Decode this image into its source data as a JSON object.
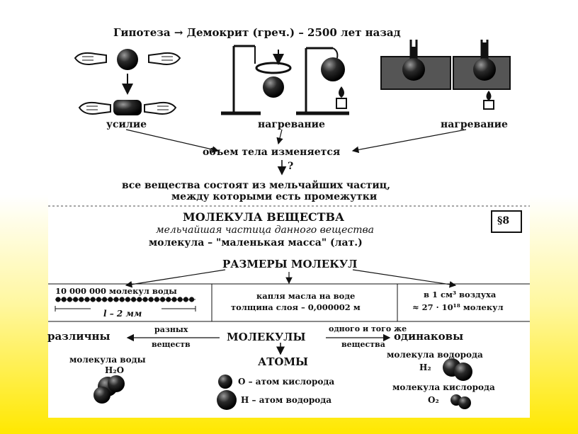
{
  "slide": {
    "hypothesis": "Гипотеза → Демокрит (греч.) – 2500 лет назад",
    "label_force": "усилие",
    "label_heat1": "нагревание",
    "label_heat2": "нагревание",
    "volume_changes": "объем тела изменяется",
    "question_mark": "?",
    "conclusion_line1": "все вещества состоят из мельчайших частиц,",
    "conclusion_line2": "между которыми есть промежутки",
    "section_number": "§8",
    "molecule_title": "МОЛЕКУЛА ВЕЩЕСТВА",
    "molecule_definition": "мельчайшая частица данного вещества",
    "molecule_etymology": "молекула – \"маленькая масса\" (лат.)",
    "sizes_title": "РАЗМЕРЫ МОЛЕКУЛ",
    "size_water": "10 000 000 молекул воды",
    "size_length": "l – 2 мм",
    "size_oil_line1": "капля масла на воде",
    "size_oil_line2": "толщина слоя – 0,000002 м",
    "size_air_line1": "в 1 см³ воздуха",
    "size_air_line2": "≈ 27 · 10¹⁸ молекул",
    "molecules_center": "МОЛЕКУЛЫ",
    "different": "различны",
    "different_arrow_top": "разных",
    "different_arrow_bottom": "веществ",
    "same": "одинаковы",
    "same_arrow_top": "одного и того же",
    "same_arrow_bottom": "вещества",
    "atoms": "АТОМЫ",
    "water_molecule": "молекула воды",
    "water_formula": "H₂O",
    "oxygen_atom": "O – атом кислорода",
    "hydrogen_atom": "H – атом водорода",
    "hydrogen_molecule": "молекула водорода",
    "hydrogen_formula": "H₂",
    "oxygen_molecule": "молекула кислорода",
    "oxygen_formula": "O₂"
  }
}
